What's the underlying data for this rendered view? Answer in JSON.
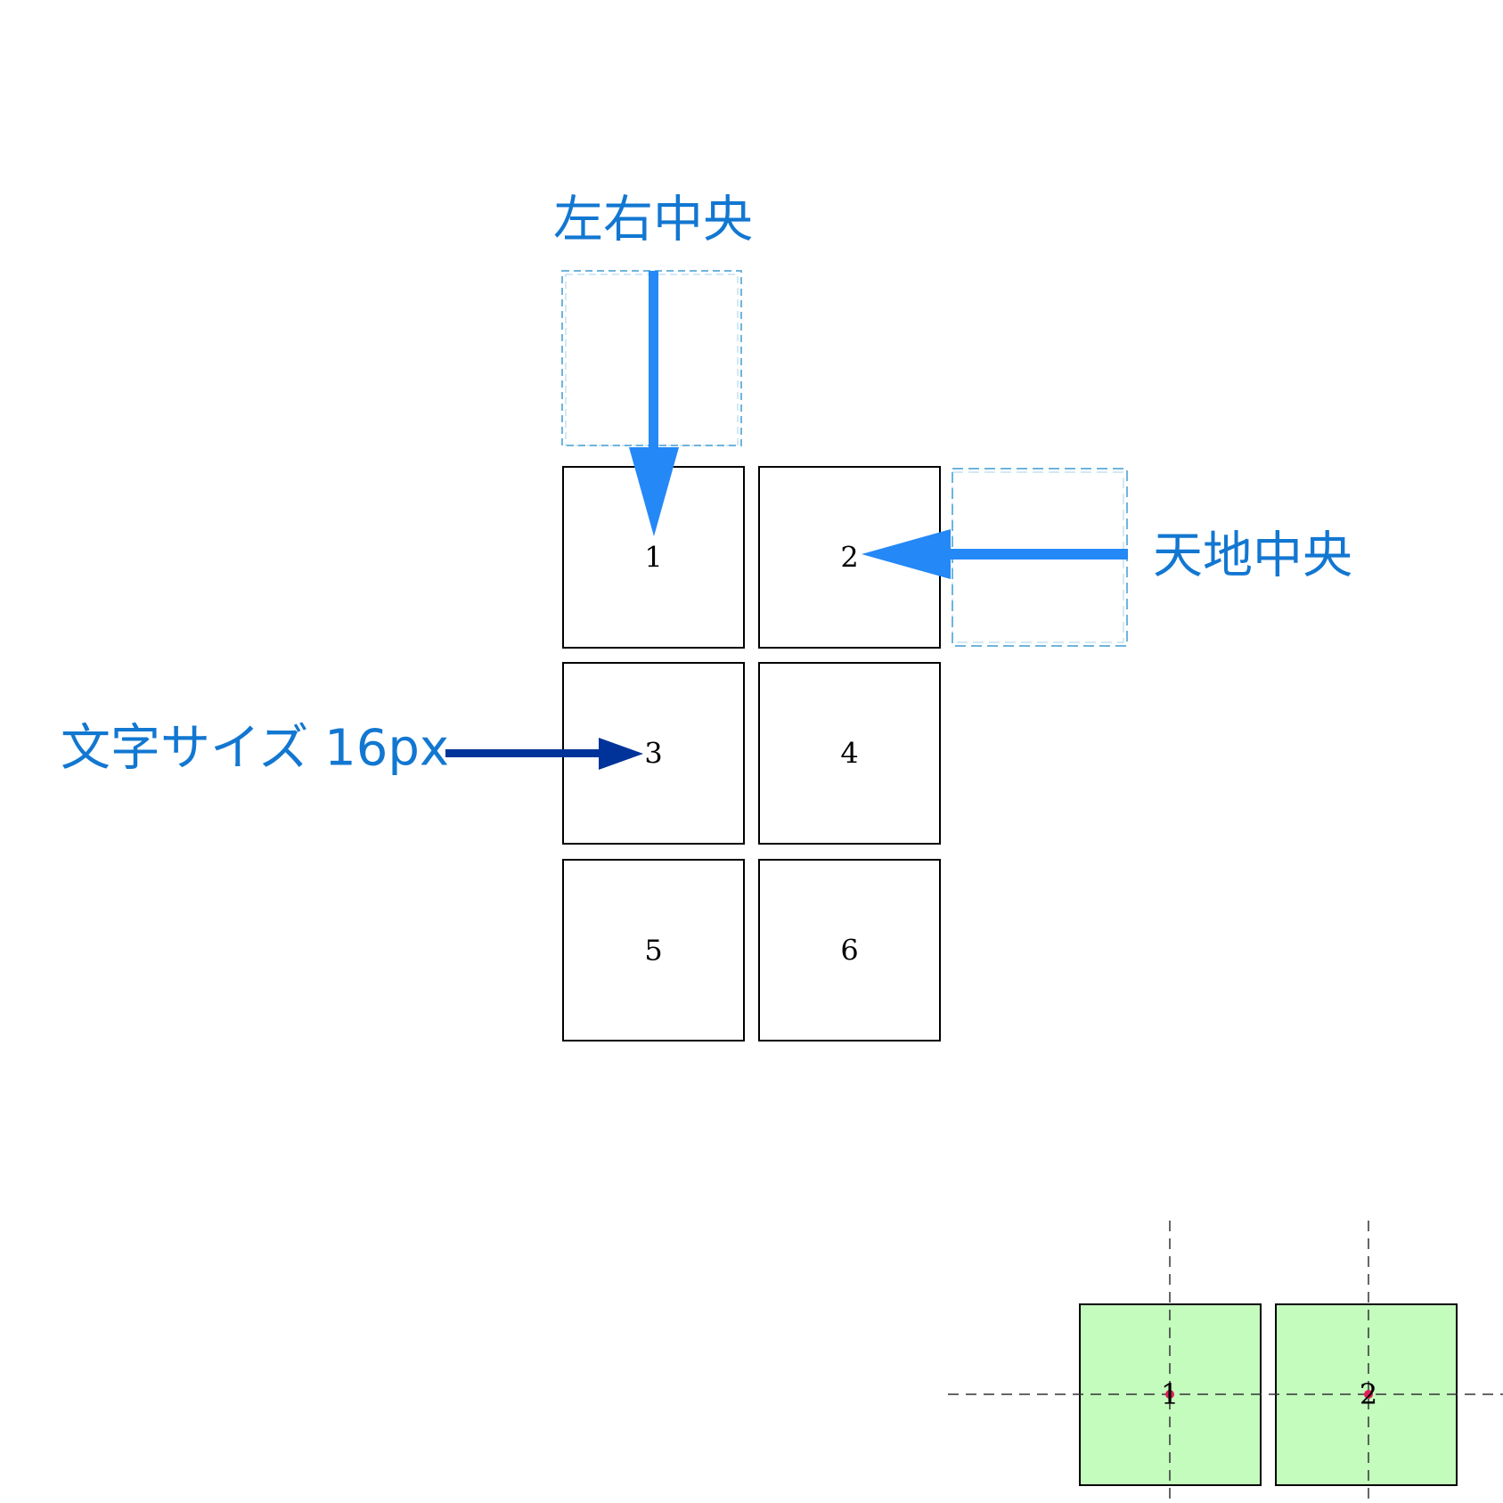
{
  "annotations": {
    "horizontal_center": "左右中央",
    "vertical_center": "天地中央",
    "font_size": "文字サイズ 16px"
  },
  "grid": {
    "cells": [
      "1",
      "2",
      "3",
      "4",
      "5",
      "6"
    ]
  },
  "preview": {
    "cells": [
      "1",
      "2"
    ]
  },
  "colors": {
    "callout_text": "#1277d1",
    "arrow_light": "#2488f7",
    "arrow_dark": "#003399",
    "guide_dashed": "#6fb4dc",
    "cell_border": "#000000",
    "preview_fill": "#c4fcbe",
    "center_dot": "#e0205a"
  }
}
